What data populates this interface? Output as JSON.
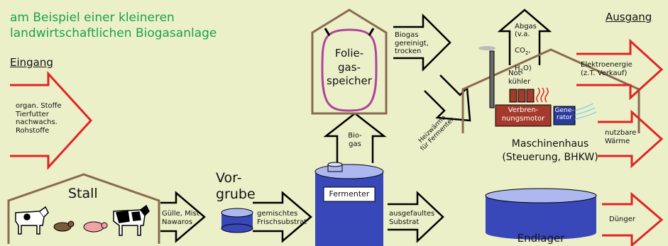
{
  "subtitle": "am Beispiel einer kleineren\nlandwirtschaftlichen Biogasanlage",
  "headings": {
    "input": "Eingang",
    "output": "Ausgang"
  },
  "input_materials": "organ. Stoffe\nTierfutter\nnachwachs.\nRohstoffe",
  "stall": {
    "label": "Stall",
    "flow": "Gülle, Mist\nNawaros"
  },
  "vorgrube": {
    "label": "Vor-\ngrube",
    "flow": "gemischtes\nFrischsubstrat"
  },
  "fermenter": {
    "label": "Fermenter",
    "biogas": "Bio-\ngas",
    "flow_out": "ausgefaultes\nSubstrat"
  },
  "gasspeicher": {
    "label": "Folie-\ngas-\nspeicher",
    "flow_out": "Biogas\ngereinigt,\ntrocken"
  },
  "maschinenhaus": {
    "label": "Maschinenhaus\n(Steuerung, BHKW)",
    "notkuehler": "Not-\nkühler",
    "motor": "Verbren-\nnungsmotor",
    "generator": "Gene-\nrator",
    "abgas_prefix": "Abgas\n(v.a.",
    "abgas_co2": "CO",
    "abgas_h2o": "O)",
    "abgas_h": "H",
    "sub2": "2",
    "heat_return": "Heizwärme\nfür Fermenter"
  },
  "endlager": {
    "label": "Endlager"
  },
  "outputs": {
    "electricity": "Elektroenergie\n(z.T. Verkauf)",
    "heat": "nutzbare\nWärme",
    "fertilizer": "Dünger"
  },
  "colors": {
    "background": "#ebf0c9",
    "title_green": "#1ba14d",
    "red_arrow": "#e02424",
    "house_outline": "#8b6a4f",
    "gasbag": "#b0459c",
    "tank_blue": "#3848b8",
    "motor_red": "#a53a2c",
    "generator_blue": "#2a3a9a"
  }
}
